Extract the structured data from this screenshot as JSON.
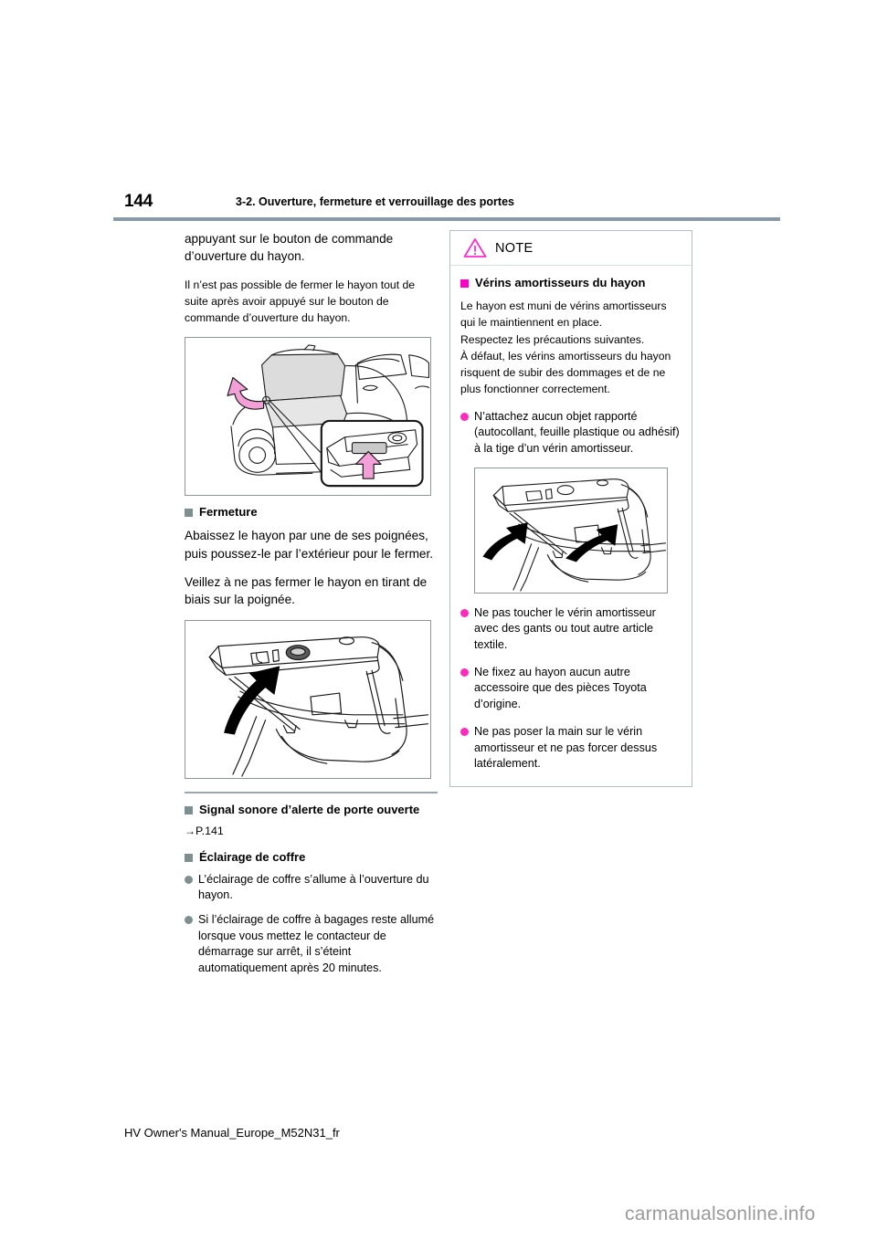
{
  "header": {
    "page_number": "144",
    "section_title": "3-2. Ouverture, fermeture et verrouillage des portes"
  },
  "left_column": {
    "para_continued": "appuyant sur le bouton de commande d’ouverture du hayon.",
    "para_note": "Il n’est pas possible de fermer le hayon tout de suite après avoir appuyé sur le bouton de commande d’ouverture du hayon.",
    "figure_1_name": "vehicle-rear-hatch-release-button",
    "heading_fermeture": "Fermeture",
    "para_fermeture_1": "Abaissez le hayon par une de ses poignées, puis poussez-le par l’extérieur pour le fermer.",
    "para_fermeture_2": "Veillez à ne pas fermer le hayon en tirant de biais sur la poignée.",
    "figure_2_name": "hatch-inner-handle-arrow",
    "heading_signal": "Signal sonore d’alerte de porte ouverte",
    "xref_arrow": "→",
    "xref_page": "P.141",
    "heading_eclairage": "Éclairage de coffre",
    "bullets_eclairage": [
      "L’éclairage de coffre s’allume à l’ouverture du hayon.",
      "Si l’éclairage de coffre à bagages reste allumé lorsque vous mettez le contacteur de démarrage sur arrêt, il s’éteint automatiquement après 20 minutes."
    ]
  },
  "note_box": {
    "label": "NOTE",
    "icon_name": "warning-triangle-icon",
    "heading": "Vérins amortisseurs du hayon",
    "intro_lines": [
      "Le hayon est muni de vérins amortisseurs",
      "qui le maintiennent en place.",
      "Respectez les précautions suivantes.",
      "À défaut, les vérins amortisseurs du hayon",
      "risquent de subir des dommages et de ne",
      "plus fonctionner correctement."
    ],
    "bullet_before_figure": "N’attachez aucun objet rapporté (autocollant, feuille plastique ou adhésif) à la tige d’un vérin amortisseur.",
    "figure_name": "hatch-damper-stays-arrows",
    "bullets_after_figure": [
      "Ne pas toucher le vérin amortisseur avec des gants ou tout autre article textile.",
      "Ne fixez au hayon aucun autre accessoire que des pièces Toyota d’origine.",
      "Ne pas poser la main sur le vérin amortisseur et ne pas forcer dessus latéralement."
    ]
  },
  "footer": {
    "document_id": "HV Owner's Manual_Europe_M52N31_fr",
    "watermark": "carmanualsonline.info"
  },
  "colors": {
    "accent_magenta": "#ff00c8",
    "bullet_gray": "#7d8f8f",
    "rule_blue_gray": "#8a99a6",
    "note_border": "#b7bfc6"
  }
}
